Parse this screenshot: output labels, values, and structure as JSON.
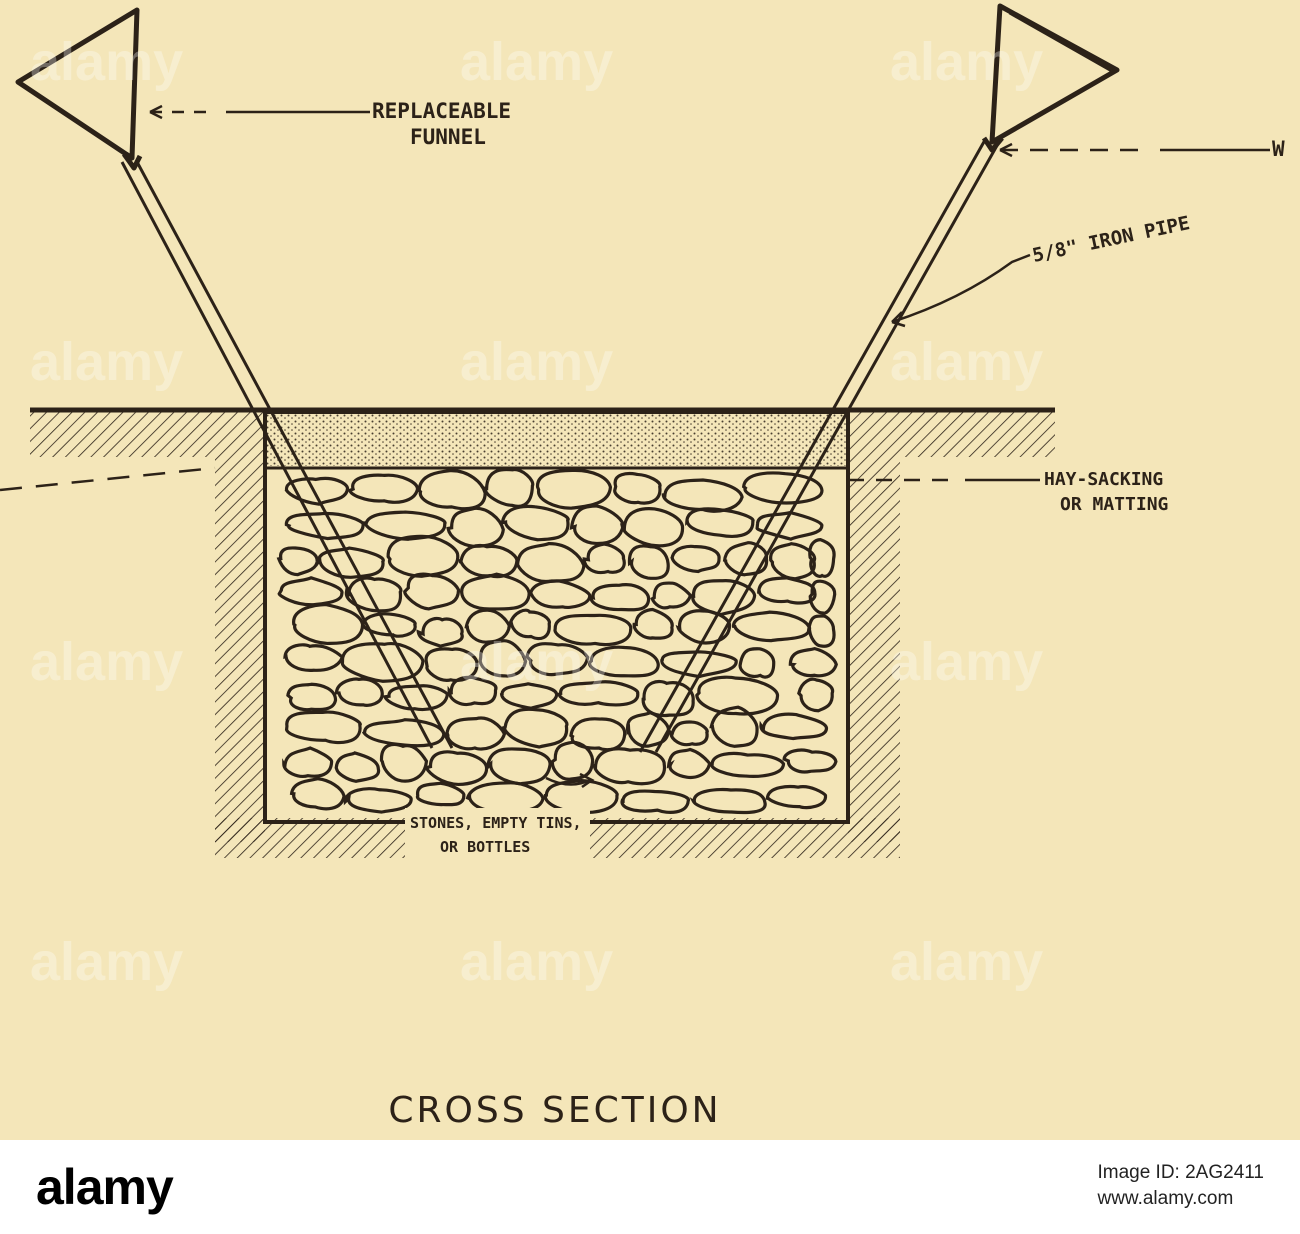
{
  "diagram": {
    "labels": {
      "replaceable_funnel": [
        "REPLACEABLE",
        "FUNNEL"
      ],
      "iron_pipe": "5/8\" IRON PIPE",
      "hay_sacking": [
        "HAY-SACKING",
        "OR MATTING"
      ],
      "fill_note": [
        "STONES, EMPTY TINS,",
        "OR BOTTLES"
      ],
      "right_cut_label": "W",
      "caption": "CROSS SECTION"
    }
  },
  "watermark": {
    "text": "alamy"
  },
  "footer": {
    "brand": "alamy",
    "image_id_label": "Image ID: 2AG2411",
    "url": "www.alamy.com"
  },
  "colors": {
    "paper": "#f4e6b9",
    "ink": "#2c2218",
    "footer_bg": "#ffffff"
  }
}
